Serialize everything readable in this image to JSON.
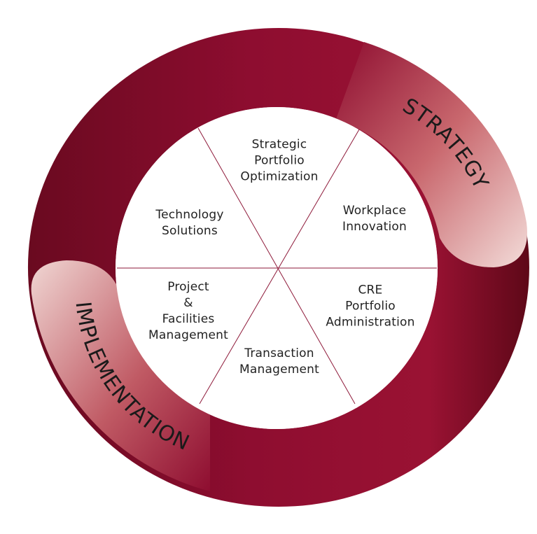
{
  "ring": {
    "colors": {
      "dark": "#6e0a22",
      "mid": "#8e0d30",
      "light": "#f2dcdc"
    }
  },
  "arcs": {
    "strategy": "STRATEGY",
    "implementation": "IMPLEMENTATION"
  },
  "segments": [
    {
      "id": "strategic-portfolio-optimization",
      "label": "Strategic\nPortfolio\nOptimization"
    },
    {
      "id": "workplace-innovation",
      "label": "Workplace\nInnovation"
    },
    {
      "id": "cre-portfolio-administration",
      "label": "CRE\nPortfolio\nAdministration"
    },
    {
      "id": "transaction-management",
      "label": "Transaction\nManagement"
    },
    {
      "id": "project-facilities-management",
      "label": "Project\n&\nFacilities\nManagement"
    },
    {
      "id": "technology-solutions",
      "label": "Technology\nSolutions"
    }
  ]
}
